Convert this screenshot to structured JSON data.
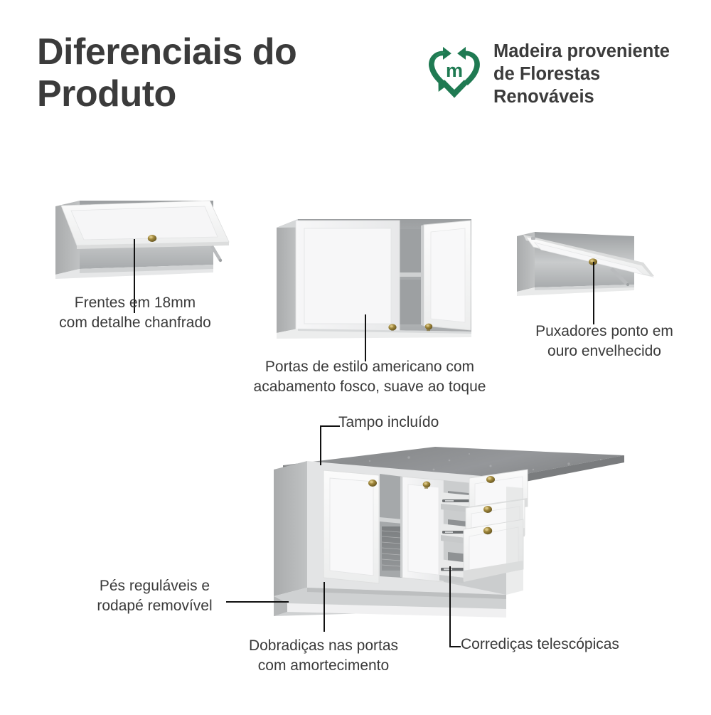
{
  "header": {
    "title": "Diferenciais do\nProduto",
    "eco_badge": {
      "logo_letter": "m",
      "logo_name": "recycle-heart-logo",
      "text": "Madeira proveniente\nde Florestas Renováveis",
      "color": "#1f7a52"
    }
  },
  "features": [
    {
      "id": "frentes",
      "label": "Frentes em 18mm\ncom detalhe chanfrado",
      "product": "wall-cabinet-flip-door-left"
    },
    {
      "id": "portas",
      "label": "Portas de estilo americano com\nacabamento fosco, suave ao toque",
      "product": "wall-cabinet-two-doors"
    },
    {
      "id": "puxadores",
      "label": "Puxadores ponto em\nouro envelhecido",
      "product": "wall-cabinet-flip-door-right"
    },
    {
      "id": "tampo",
      "label": "Tampo incluído",
      "product": "base-cabinet"
    },
    {
      "id": "pes",
      "label": "Pés reguláveis e\nrodapé removível",
      "product": "base-cabinet"
    },
    {
      "id": "dobradicas",
      "label": "Dobradiças nas portas\ncom amortecimento",
      "product": "base-cabinet"
    },
    {
      "id": "corredicas",
      "label": "Corrediças telescópicas",
      "product": "base-cabinet"
    }
  ],
  "palette": {
    "background": "#ffffff",
    "text": "#3a3a3a",
    "leader_line": "#111111",
    "cabinet_front": "#f3f3f4",
    "cabinet_side": "#b3b5b6",
    "countertop": "#8e9092",
    "knob_gold": "#9a8238",
    "eco_green": "#1f7a52"
  }
}
